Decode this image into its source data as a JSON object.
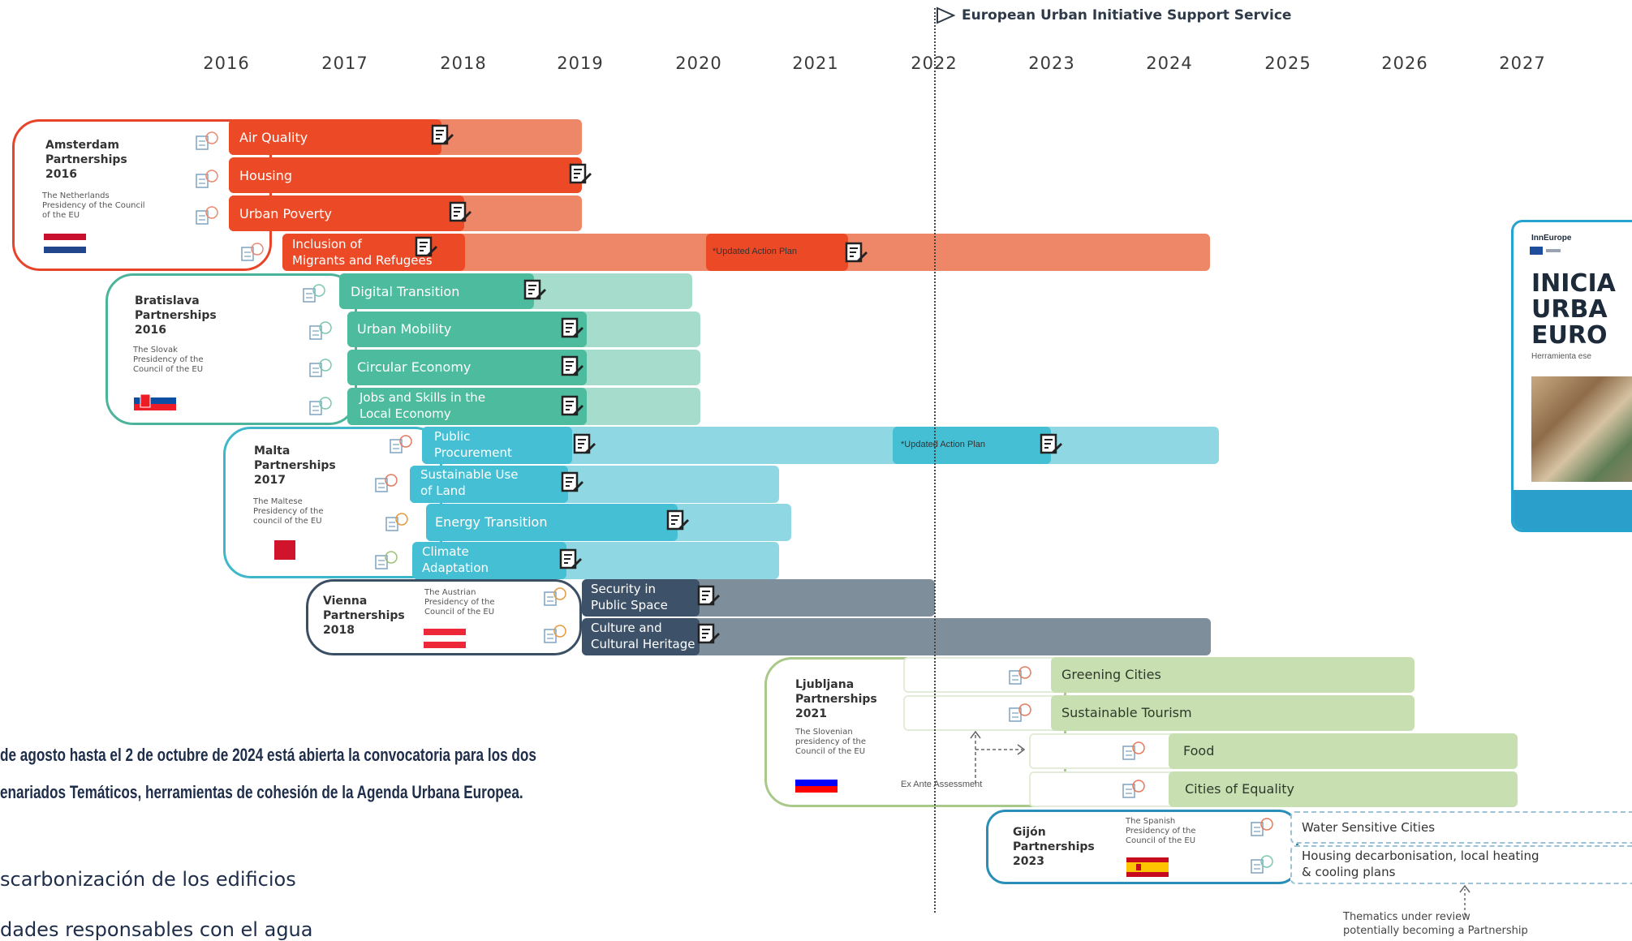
{
  "header": {
    "support_service": "European Urban Initiative Support Service"
  },
  "years": [
    "2016",
    "2017",
    "2018",
    "2019",
    "2020",
    "2021",
    "2022",
    "2023",
    "2024",
    "2025",
    "2026",
    "2027"
  ],
  "groups": {
    "amsterdam": {
      "name": "Amsterdam\nPartnerships\n2016",
      "desc": "The Netherlands\nPresidency of the Council\nof the EU",
      "color": "#e8442a"
    },
    "bratislava": {
      "name": "Bratislava\nPartnerships\n2016",
      "desc": "The Slovak\nPresidency of the\nCouncil of the EU",
      "color": "#4bb49a"
    },
    "malta": {
      "name": "Malta\nPartnerships\n2017",
      "desc": "The Maltese\nPresidency of the\ncouncil of the EU",
      "color": "#3fb7cb"
    },
    "vienna": {
      "name": "Vienna\nPartnerships\n2018",
      "desc": "The Austrian\nPresidency of the\nCouncil of the EU",
      "color": "#3b4f64"
    },
    "ljubljana": {
      "name": "Ljubljana\nPartnerships\n2021",
      "desc": "The Slovenian\npresidency of the\nCouncil of the EU",
      "color": "#9bc27a"
    },
    "gijon": {
      "name": "Gijón\nPartnerships\n2023",
      "desc": "The Spanish\nPresidency of the\nCouncil of the EU",
      "color": "#2a8fb8"
    }
  },
  "partnerships": {
    "air_quality": "Air Quality",
    "housing": "Housing",
    "urban_poverty": "Urban Poverty",
    "inclusion": "Inclusion of\nMigrants and Refugees",
    "digital_transition": "Digital Transition",
    "urban_mobility": "Urban Mobility",
    "circular_economy": "Circular Economy",
    "jobs_skills": "Jobs and Skills in the\nLocal Economy",
    "public_procurement": "Public\nProcurement",
    "sustainable_land": "Sustainable Use\nof Land",
    "energy_transition": "Energy Transition",
    "climate_adaptation": "Climate\nAdaptation",
    "security": "Security in\nPublic Space",
    "culture": "Culture and\nCultural Heritage",
    "greening": "Greening Cities",
    "tourism": "Sustainable Tourism",
    "food": "Food",
    "equality": "Cities of Equality",
    "water": "Water Sensitive Cities",
    "housing_decarb": "Housing decarbonisation, local heating\n& cooling plans"
  },
  "updated_plan": "*Updated Action Plan",
  "ex_ante": "Ex Ante Assessment",
  "thematics_note": "Thematics under review\npotentially becoming a Partnership",
  "booklet": {
    "brand": "InnEurope",
    "title": "INICIA\nURBA\nEURO",
    "subtitle": "Herramienta ese"
  },
  "bottom": {
    "line1": "de agosto hasta el 2 de octubre de 2024 está abierta la convocatoria para los dos",
    "line2": "enariados Temáticos, herramientas de cohesión de la Agenda Urbana Europea.",
    "item1": "scarbonización de los edificios",
    "item2": "dades responsables con el agua"
  },
  "colors": {
    "amsterdam_dark": "#ec4a26",
    "amsterdam_light": "#ee8668",
    "bratislava_dark": "#4dbb9d",
    "bratislava_light": "#a6dccb",
    "malta_dark": "#45bfd3",
    "malta_light": "#8ed7e3",
    "vienna_dark": "#3d5268",
    "vienna_light": "#7f8e9b",
    "ljubljana": "#c8dfb1",
    "ljubljana_border": "#a9c98a"
  }
}
